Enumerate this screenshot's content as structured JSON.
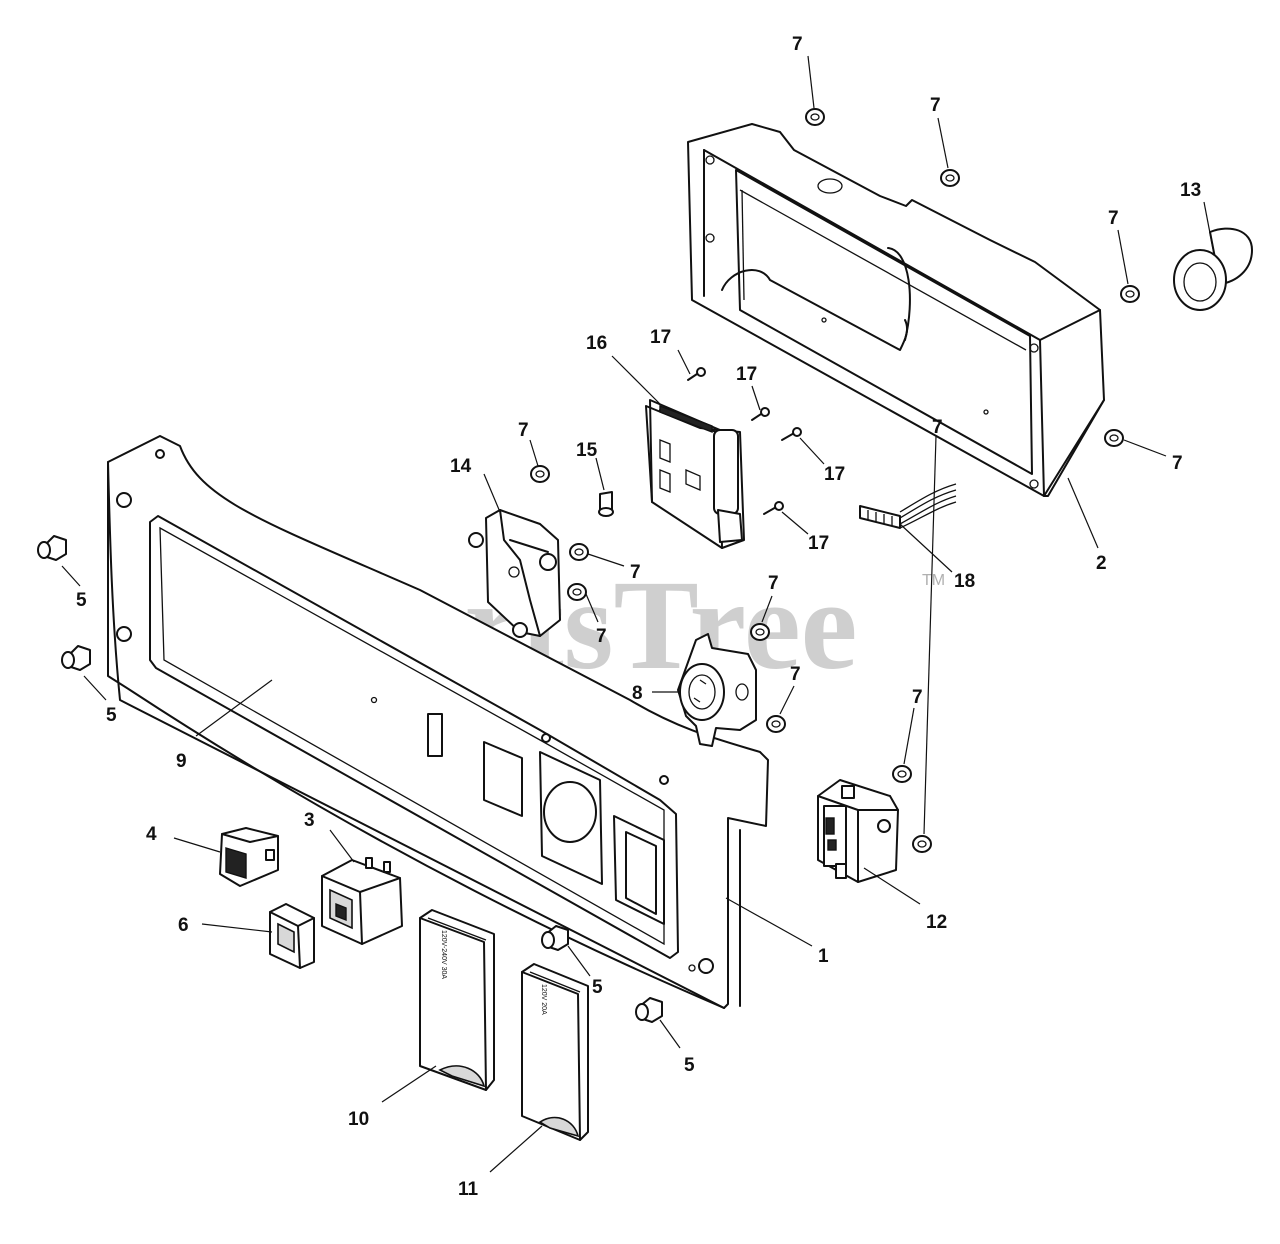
{
  "watermark": {
    "text": "PartsTree",
    "trademark": "TM"
  },
  "cover_labels": {
    "cover_10": "120V-240V 30A",
    "cover_11": "120V 20A"
  },
  "callouts": {
    "c1": "1",
    "c2": "2",
    "c3": "3",
    "c4": "4",
    "c5a": "5",
    "c5b": "5",
    "c5c": "5",
    "c5d": "5",
    "c6": "6",
    "c7a": "7",
    "c7b": "7",
    "c7c": "7",
    "c7d": "7",
    "c7e": "7",
    "c7f": "7",
    "c7g": "7",
    "c7h": "7",
    "c7i": "7",
    "c7j": "7",
    "c7k": "7",
    "c8": "8",
    "c9": "9",
    "c10": "10",
    "c11": "11",
    "c12": "12",
    "c13": "13",
    "c14": "14",
    "c15": "15",
    "c16": "16",
    "c17a": "17",
    "c17b": "17",
    "c17c": "17",
    "c17d": "17",
    "c18": "18"
  }
}
